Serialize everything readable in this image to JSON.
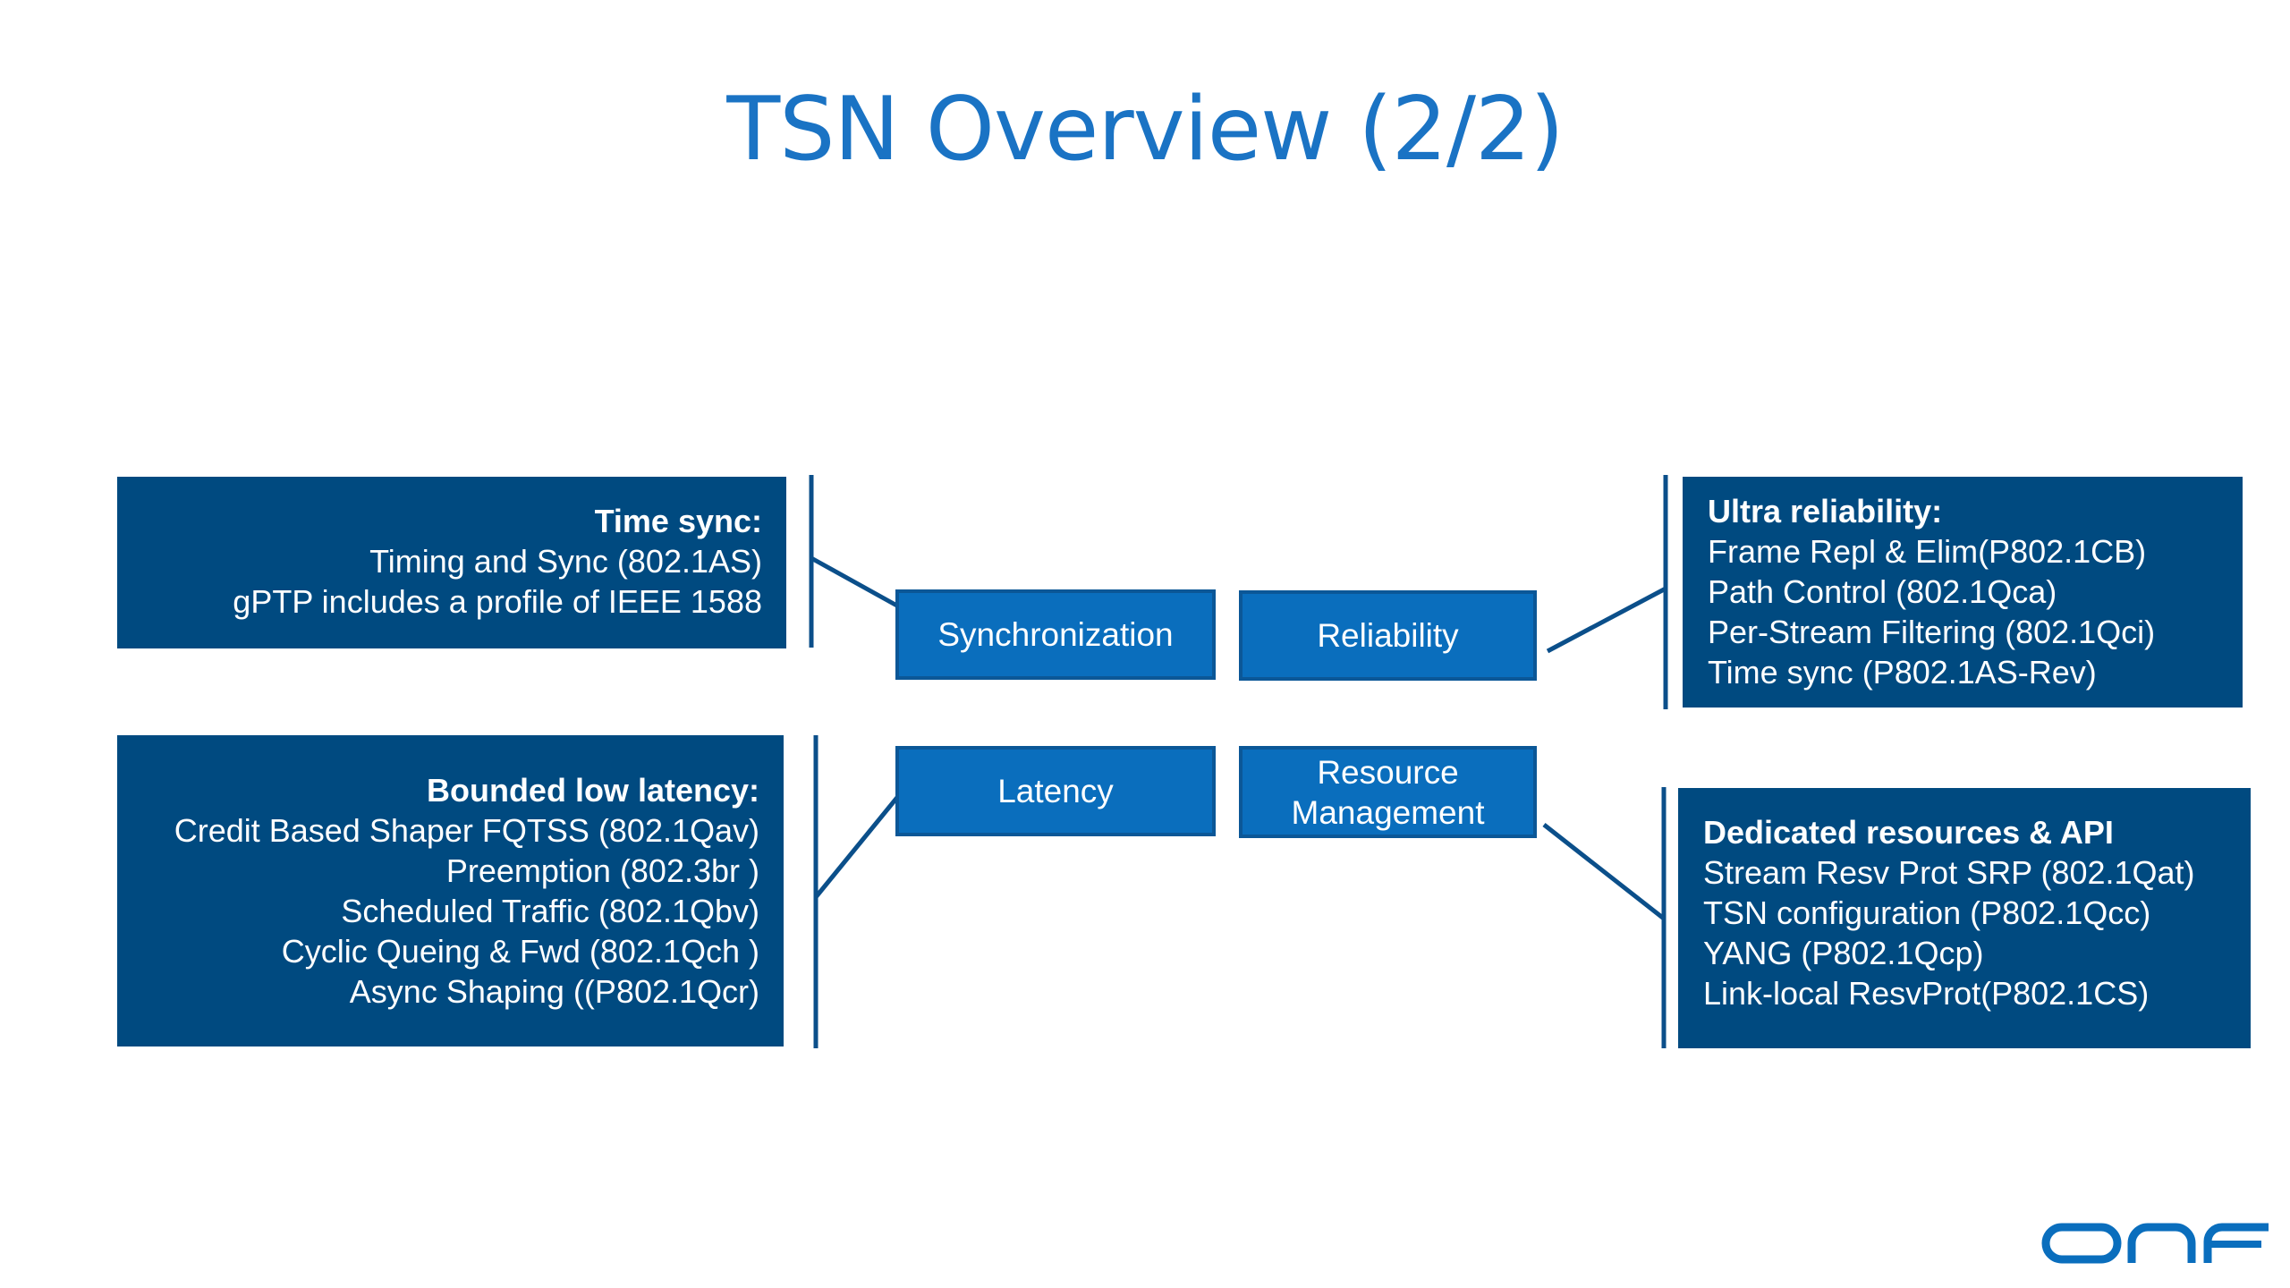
{
  "title": "TSN Overview (2/2)",
  "nodes": {
    "synchronization": "Synchronization",
    "reliability": "Reliability",
    "latency": "Latency",
    "resource_management": [
      "Resource",
      "Management"
    ]
  },
  "panels": {
    "time_sync": {
      "heading": "Time sync:",
      "lines": [
        "Timing and Sync (802.1AS)",
        "gPTP includes a profile of IEEE 1588"
      ]
    },
    "bounded_low_latency": {
      "heading": "Bounded low latency:",
      "lines": [
        "Credit Based Shaper FQTSS (802.1Qav)",
        "Preemption (802.3br )",
        "Scheduled Traffic (802.1Qbv)",
        "Cyclic Queing & Fwd (802.1Qch )",
        "Async Shaping ((P802.1Qcr)"
      ]
    },
    "ultra_reliability": {
      "heading": "Ultra reliability:",
      "lines": [
        "Frame Repl & Elim(P802.1CB)",
        "Path Control (802.1Qca)",
        "Per-Stream Filtering (802.1Qci)",
        "Time sync (P802.1AS-Rev)"
      ]
    },
    "dedicated_resources": {
      "heading": "Dedicated resources & API",
      "lines": [
        "Stream Resv Prot SRP (802.1Qat)",
        "TSN configuration (P802.1Qcc)",
        "YANG (P802.1Qcp)",
        "Link-local ResvProt(P802.1CS)"
      ]
    }
  },
  "logo": {
    "text": "onf",
    "color": "#0a6ebd"
  },
  "colors": {
    "title": "#1a73c4",
    "panel": "#004a80",
    "node": "#0a6ebd",
    "connector": "#0b4f8a"
  }
}
